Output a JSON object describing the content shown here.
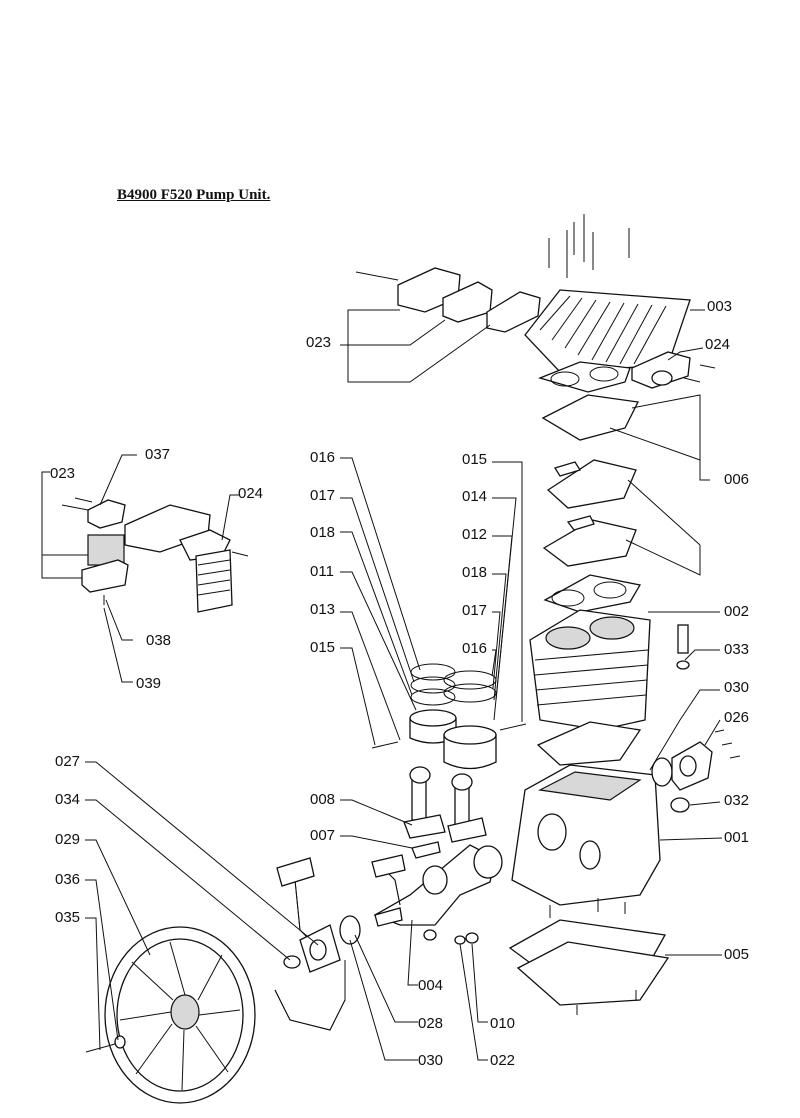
{
  "title": "B4900 F520 Pump Unit.",
  "labels": {
    "l003": "003",
    "l024a": "024",
    "l023a": "023",
    "l006": "006",
    "l037": "037",
    "l023b": "023",
    "l024b": "024",
    "l038": "038",
    "l039": "039",
    "l016a": "016",
    "l017a": "017",
    "l018a": "018",
    "l011": "011",
    "l013": "013",
    "l015a": "015",
    "l015b": "015",
    "l014": "014",
    "l012": "012",
    "l018b": "018",
    "l017b": "017",
    "l016b": "016",
    "l002": "002",
    "l033": "033",
    "l030a": "030",
    "l026": "026",
    "l032": "032",
    "l001": "001",
    "l008": "008",
    "l007": "007",
    "l027": "027",
    "l034": "034",
    "l029": "029",
    "l036": "036",
    "l035": "035",
    "l005": "005",
    "l004": "004",
    "l028": "028",
    "l010": "010",
    "l030b": "030",
    "l022": "022"
  }
}
